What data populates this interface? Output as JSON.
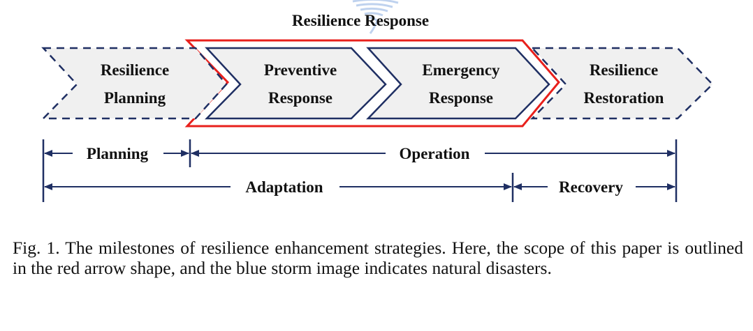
{
  "top_title": "Resilience Response",
  "stages": [
    {
      "line1": "Resilience",
      "line2": "Planning"
    },
    {
      "line1": "Preventive",
      "line2": "Response"
    },
    {
      "line1": "Emergency",
      "line2": "Response"
    },
    {
      "line1": "Resilience",
      "line2": "Restoration"
    }
  ],
  "timeline": {
    "planning": "Planning",
    "operation": "Operation",
    "adaptation": "Adaptation",
    "recovery": "Recovery"
  },
  "caption": "Fig. 1.  The milestones of resilience enhancement strategies. Here, the scope of this paper is outlined in the red arrow shape, and the blue storm image indicates natural disasters.",
  "colors": {
    "navy": "#1f2f63",
    "scope_red": "#e8201c",
    "box_fill": "#f0f0f0",
    "storm_blue": "#4a7fd0"
  },
  "icons": [
    "storm-icon"
  ]
}
